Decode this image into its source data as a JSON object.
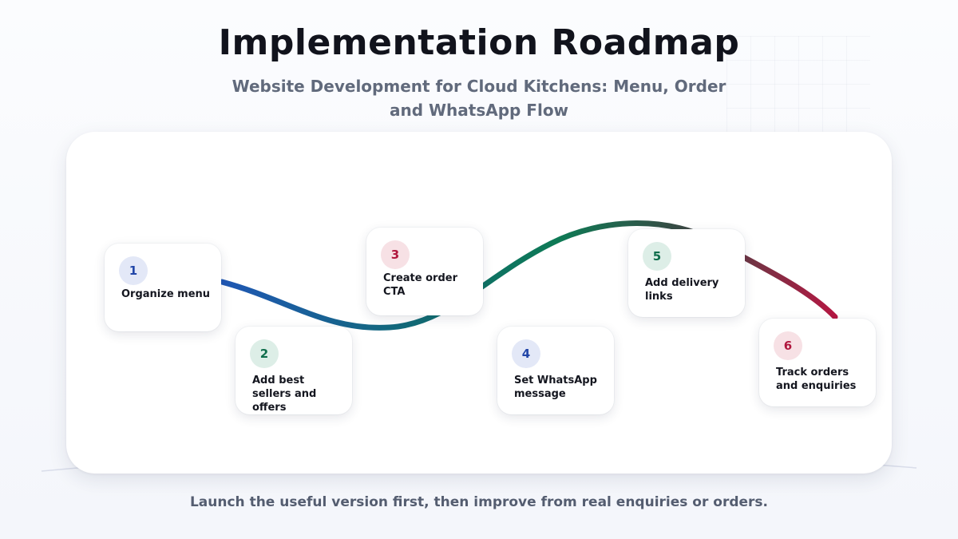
{
  "header": {
    "title": "Implementation Roadmap",
    "subtitle": "Website Development for Cloud Kitchens: Menu, Order and WhatsApp Flow"
  },
  "steps": [
    {
      "number": "1",
      "label": "Organize menu",
      "accent": "blue"
    },
    {
      "number": "2",
      "label": "Add best sellers and offers",
      "accent": "green"
    },
    {
      "number": "3",
      "label": "Create order CTA",
      "accent": "red"
    },
    {
      "number": "4",
      "label": "Set WhatsApp message",
      "accent": "blue"
    },
    {
      "number": "5",
      "label": "Add delivery links",
      "accent": "green"
    },
    {
      "number": "6",
      "label": "Track orders and enquiries",
      "accent": "red"
    }
  ],
  "footer": {
    "note": "Launch the useful version first, then improve from real enquiries or orders."
  },
  "colors": {
    "path_start": "#1f57b4",
    "path_mid": "#0e7a55",
    "path_end": "#b51843",
    "title": "#11131c",
    "subtitle": "#616a7c"
  }
}
